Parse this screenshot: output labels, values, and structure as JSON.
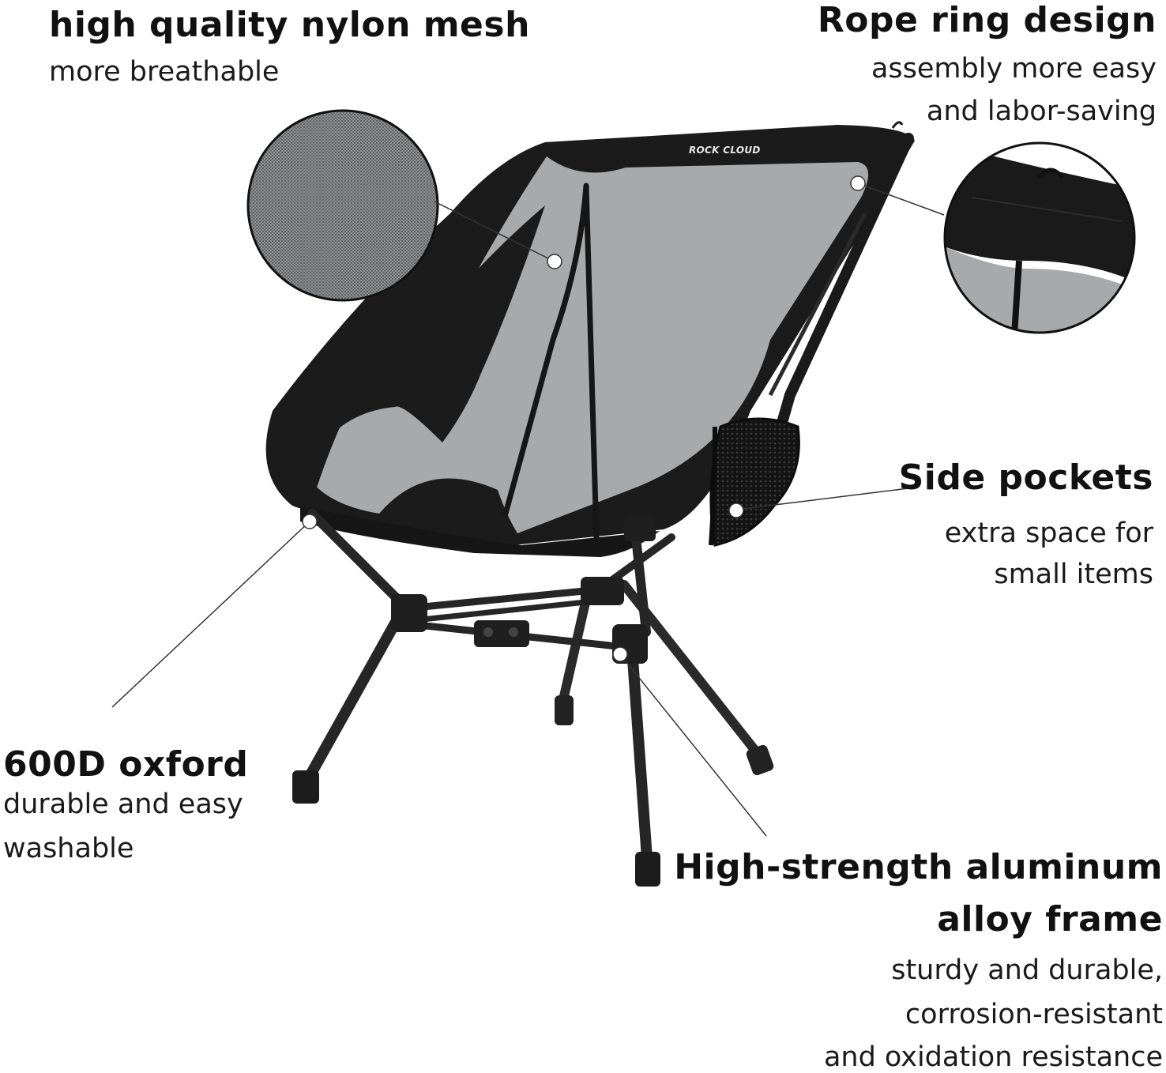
{
  "brand_logo": "ROCK CLOUD",
  "features": {
    "mesh": {
      "title": "high quality nylon mesh",
      "desc": [
        "more breathable"
      ]
    },
    "rope": {
      "title": "Rope ring design",
      "desc": [
        "assembly more easy",
        "and labor-saving"
      ]
    },
    "pockets": {
      "title": "Side pockets",
      "desc": [
        "extra space for",
        "small items"
      ]
    },
    "oxford": {
      "title": "600D oxford",
      "desc": [
        "durable and easy",
        "washable"
      ]
    },
    "frame": {
      "title": [
        "High-strength aluminum",
        "alloy frame"
      ],
      "desc": [
        "sturdy and durable,",
        "corrosion-resistant",
        "and oxidation resistance"
      ]
    }
  },
  "colors": {
    "fabric_black": "#1b1b1b",
    "mesh_gray": "#a7a9ab",
    "frame_dark": "#2a2a2a"
  }
}
